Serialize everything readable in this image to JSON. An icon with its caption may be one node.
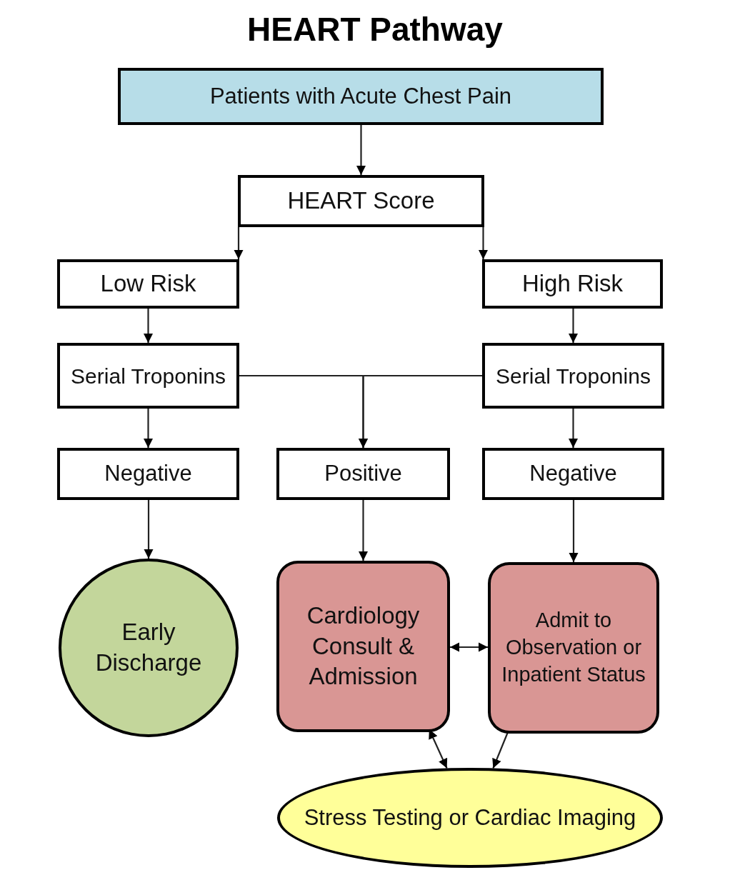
{
  "diagram": {
    "title": "HEART Pathway",
    "nodes": [
      {
        "text": [
          "Patients with Acute Chest Pain"
        ]
      },
      {
        "text": [
          "HEART Score"
        ]
      },
      {
        "text": [
          "Low Risk"
        ]
      },
      {
        "text": [
          "High Risk"
        ]
      },
      {
        "text": [
          "Serial Troponins"
        ]
      },
      {
        "text": [
          "Serial Troponins"
        ]
      },
      {
        "text": [
          "Negative"
        ]
      },
      {
        "text": [
          "Positive"
        ]
      },
      {
        "text": [
          "Negative"
        ]
      },
      {
        "text": [
          "Early Discharge"
        ]
      },
      {
        "text": [
          "Cardiology Consult & Admission"
        ]
      },
      {
        "text": [
          "Admit to Observation or Inpatient Status"
        ]
      },
      {
        "text": [
          "Stress Testing or Cardiac Imaging"
        ]
      }
    ],
    "edges": [
      {
        "from": 0,
        "to": 1,
        "arrow": "to"
      },
      {
        "from": 1,
        "to": 2,
        "arrow": "to"
      },
      {
        "from": 1,
        "to": 3,
        "arrow": "to"
      },
      {
        "from": 2,
        "to": 4,
        "arrow": "to"
      },
      {
        "from": 3,
        "to": 5,
        "arrow": "to"
      },
      {
        "from": 4,
        "to": 7,
        "arrow": "to"
      },
      {
        "from": 5,
        "to": 7,
        "arrow": "to"
      },
      {
        "from": 4,
        "to": 6,
        "arrow": "to"
      },
      {
        "from": 5,
        "to": 8,
        "arrow": "to"
      },
      {
        "from": 6,
        "to": 9,
        "arrow": "to"
      },
      {
        "from": 7,
        "to": 10,
        "arrow": "to"
      },
      {
        "from": 8,
        "to": 11,
        "arrow": "to"
      },
      {
        "from": 10,
        "to": 11,
        "arrow": "both"
      },
      {
        "from": 10,
        "to": 12,
        "arrow": "both"
      },
      {
        "from": 11,
        "to": 12,
        "arrow": "to"
      }
    ]
  }
}
